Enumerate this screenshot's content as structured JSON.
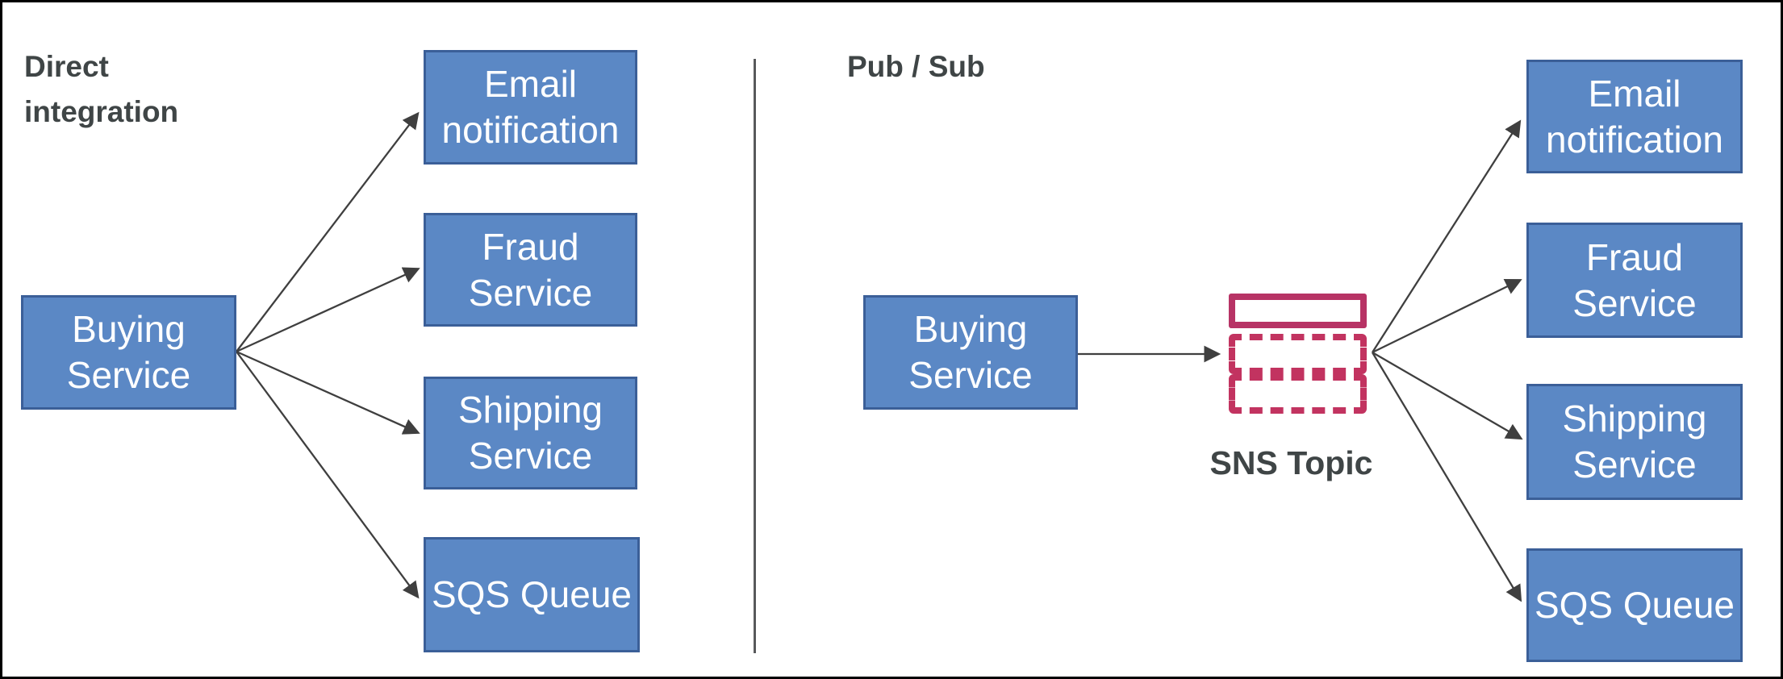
{
  "diagram": {
    "left_panel": {
      "title": "Direct integration",
      "source_box": "Buying Service",
      "targets": [
        "Email notification",
        "Fraud Service",
        "Shipping Service",
        "SQS Queue"
      ]
    },
    "right_panel": {
      "title": "Pub / Sub",
      "source_box": "Buying Service",
      "topic_label": "SNS Topic",
      "targets": [
        "Email notification",
        "Fraud Service",
        "Shipping Service",
        "SQS Queue"
      ]
    },
    "colors": {
      "box_fill": "#5b88c5",
      "box_border": "#3b5f98",
      "box_text": "#ffffff",
      "title_text": "#3f4546",
      "arrow": "#3f3f3f",
      "sns_icon": "#b73365",
      "divider": "#58595b",
      "frame_border": "#000000",
      "background": "#ffffff"
    },
    "icons": {
      "sns_topic_icon": "one solid rectangle above two dashed rectangles (message list)"
    }
  }
}
